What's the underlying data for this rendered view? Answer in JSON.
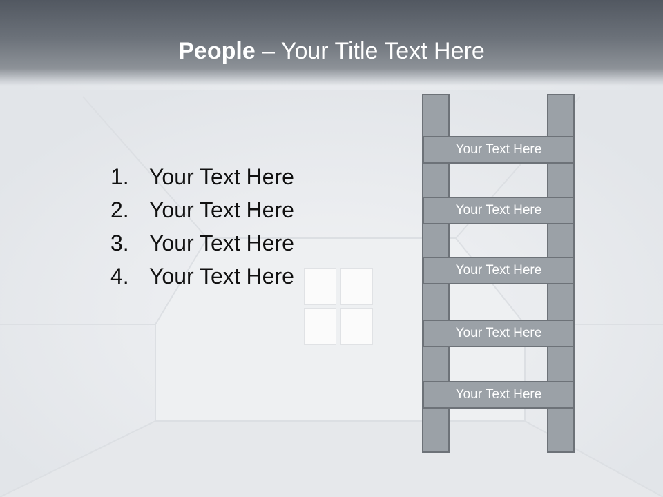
{
  "slide": {
    "title_bold": "People",
    "title_rest": " – Your Title Text Here",
    "list": [
      {
        "num": "1.",
        "text": "Your Text Here"
      },
      {
        "num": "2.",
        "text": "Your Text Here"
      },
      {
        "num": "3.",
        "text": "Your Text Here"
      },
      {
        "num": "4.",
        "text": "Your Text Here"
      }
    ],
    "ladder_rungs": [
      "Your Text Here",
      "Your Text Here",
      "Your Text Here",
      "Your Text Here",
      "Your Text Here"
    ]
  },
  "colors": {
    "header_dark": "#525861",
    "ladder_fill": "#9ba1a7",
    "ladder_border": "#6d7278",
    "background": "#eceef1",
    "text_dark": "#111111",
    "text_light": "#ffffff"
  }
}
